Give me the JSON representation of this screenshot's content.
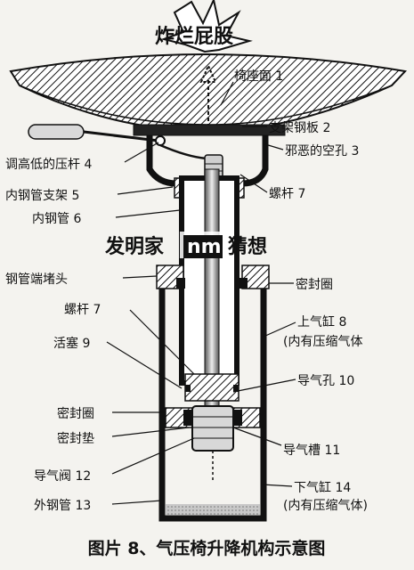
{
  "exclamation": "炸烂屁股",
  "labels": {
    "seat_surface": "椅座面 1",
    "bracket_plate": "支架钢板 2",
    "evil_hole": "邪恶的空孔 3",
    "lever": "调高低的压杆 4",
    "inner_support": "内钢管支架 5",
    "screw_top": "螺杆 7",
    "inner_tube": "内钢管 6",
    "end_cap": "钢管端堵头",
    "seal_ring_top": "密封圈",
    "screw_mid": "螺杆 7",
    "upper_cyl_1": "上气缸 8",
    "upper_cyl_2": "(内有压缩气体",
    "piston": "活塞 9",
    "air_hole": "导气孔 10",
    "seal_ring_low": "密封圈",
    "seal_gasket": "密封垫",
    "air_groove": "导气槽 11",
    "air_valve": "导气阀 12",
    "lower_cyl_1": "下气缸 14",
    "lower_cyl_2": "(内有压缩气体)",
    "outer_tube": "外钢管 13"
  },
  "watermark": {
    "left": "发明家",
    "middle": "nm",
    "right": "猜想"
  },
  "caption": "图片 8、气压椅升降机构示意图"
}
